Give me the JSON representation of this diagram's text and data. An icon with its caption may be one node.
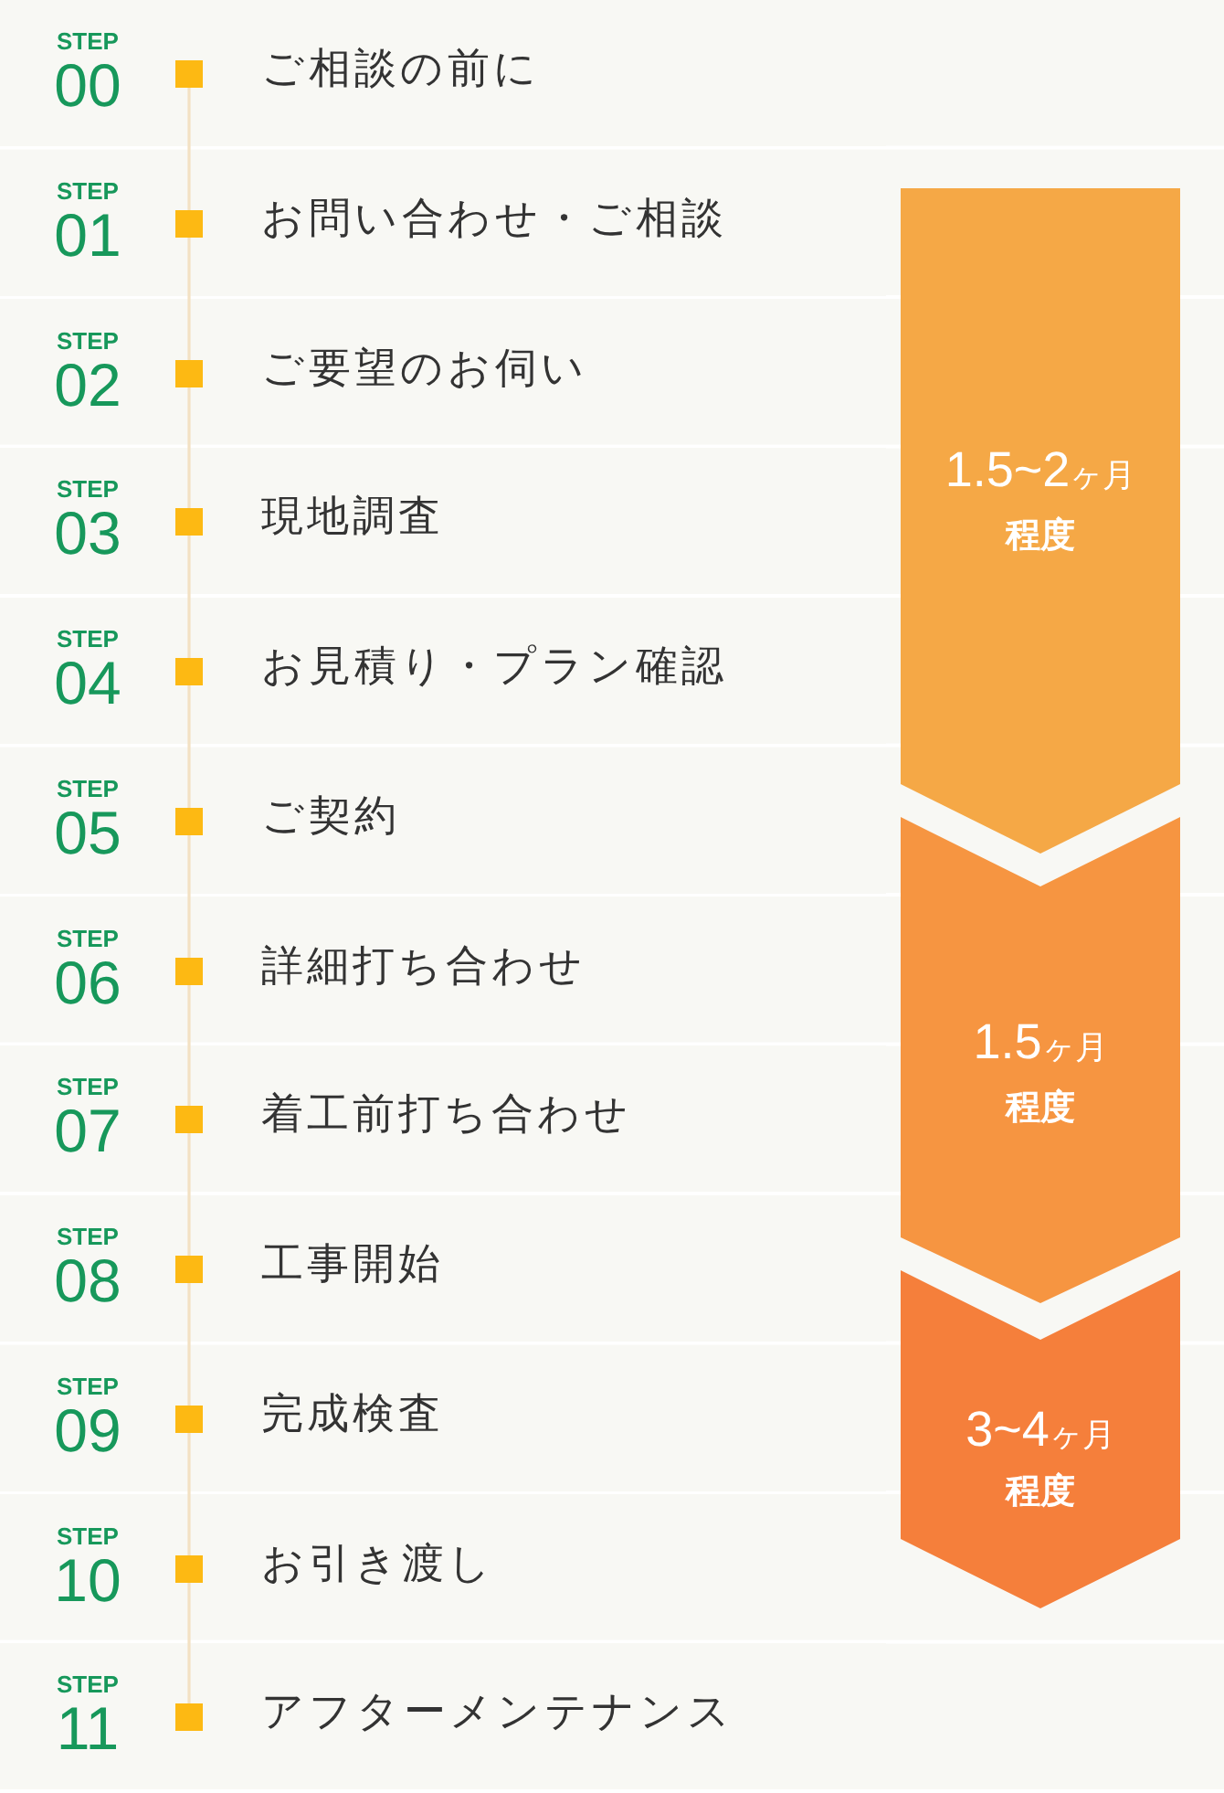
{
  "diagram": {
    "nodes": [
      {
        "text": [
          "STEP 00",
          "ご相談の前に"
        ]
      },
      {
        "text": [
          "STEP 01",
          "お問い合わせ・ご相談"
        ]
      },
      {
        "text": [
          "STEP 02",
          "ご要望のお伺い"
        ]
      },
      {
        "text": [
          "STEP 03",
          "現地調査"
        ]
      },
      {
        "text": [
          "STEP 04",
          "お見積り・プラン確認"
        ]
      },
      {
        "text": [
          "STEP 05",
          "ご契約"
        ]
      },
      {
        "text": [
          "STEP 06",
          "詳細打ち合わせ"
        ]
      },
      {
        "text": [
          "STEP 07",
          "着工前打ち合わせ"
        ]
      },
      {
        "text": [
          "STEP 08",
          "工事開始"
        ]
      },
      {
        "text": [
          "STEP 09",
          "完成検査"
        ]
      },
      {
        "text": [
          "STEP 10",
          "お引き渡し"
        ]
      },
      {
        "text": [
          "STEP 11",
          "アフターメンテナンス"
        ]
      },
      {
        "text": [
          "1.5~2ヶ月",
          "程度"
        ]
      },
      {
        "text": [
          "1.5ヶ月",
          "程度"
        ]
      },
      {
        "text": [
          "3~4ヶ月",
          "程度"
        ]
      }
    ]
  }
}
